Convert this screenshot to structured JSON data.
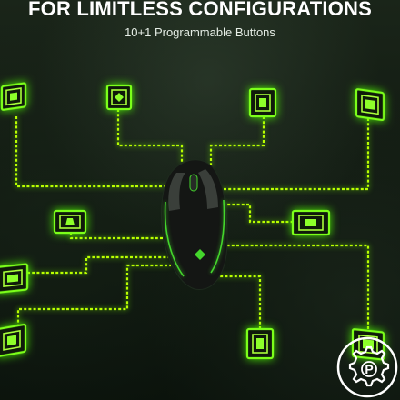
{
  "banner": {
    "headline": "FOR LIMITLESS CONFIGURATIONS",
    "subheadline": "10+1 Programmable Buttons"
  },
  "badge": {
    "letter": "P",
    "icon": "programmable-gear-icon"
  },
  "colors": {
    "accent_green": "#44d62c",
    "glow_green": "#7cff1a",
    "background": "#121b12",
    "text": "#ffffff"
  },
  "nodes": [
    {
      "name": "node-top-left",
      "icon": "program-icon"
    },
    {
      "name": "node-top-mid-left",
      "icon": "program-icon"
    },
    {
      "name": "node-top-mid-right",
      "icon": "program-icon"
    },
    {
      "name": "node-top-right",
      "icon": "program-icon"
    },
    {
      "name": "node-mid-left",
      "icon": "program-icon"
    },
    {
      "name": "node-mid-right",
      "icon": "program-icon"
    },
    {
      "name": "node-lower-left",
      "icon": "program-icon"
    },
    {
      "name": "node-bottom-left",
      "icon": "program-icon"
    },
    {
      "name": "node-bottom-mid",
      "icon": "program-icon"
    },
    {
      "name": "node-bottom-right",
      "icon": "program-icon"
    }
  ]
}
